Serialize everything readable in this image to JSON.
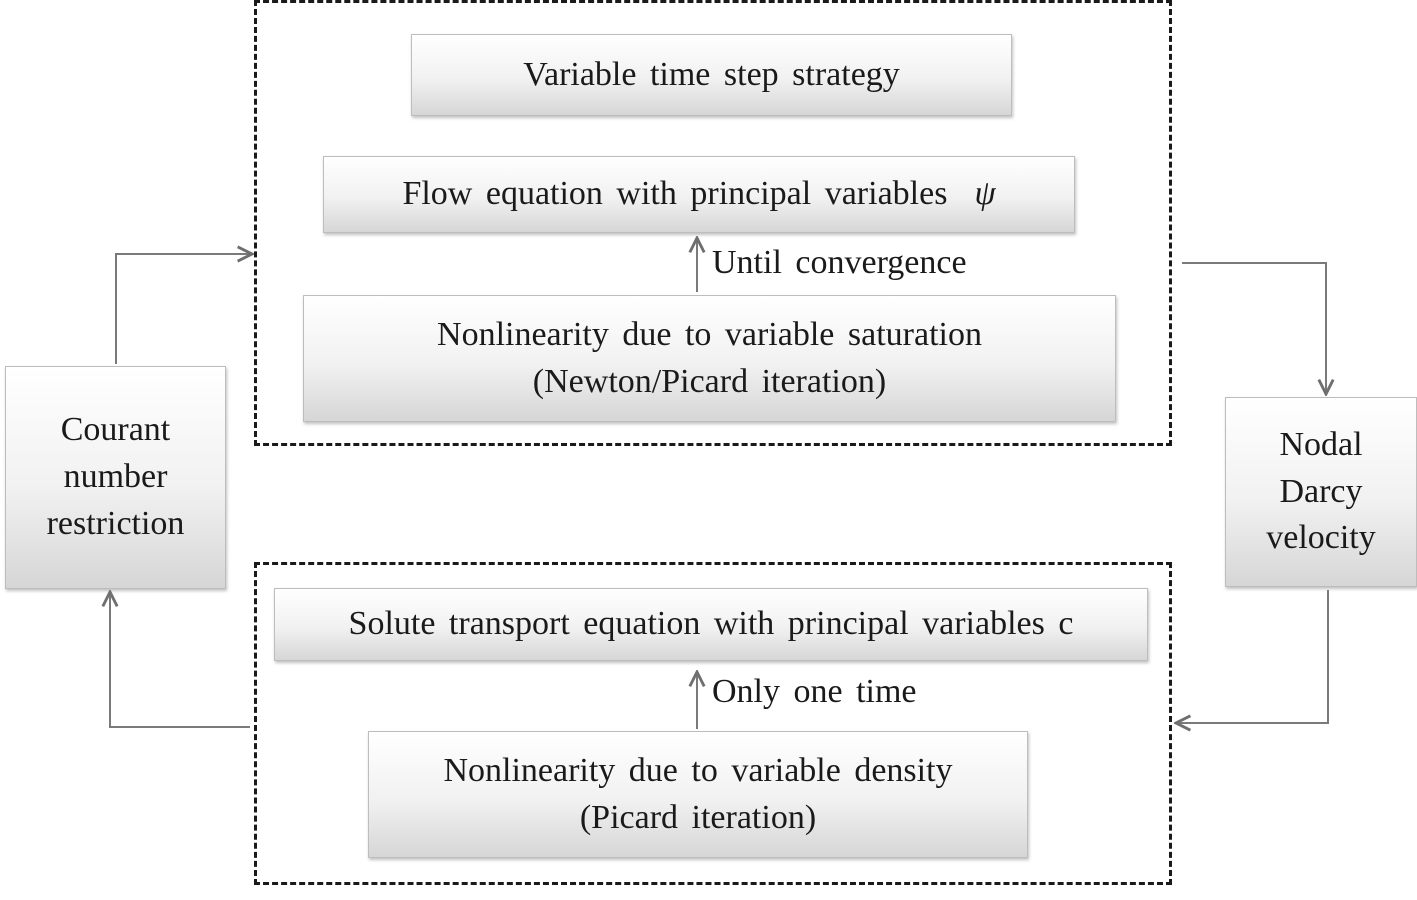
{
  "flow_group": {
    "time_step_box": "Variable  time  step strategy",
    "flow_box": "Flow equation  with  principal  variables",
    "flow_symbol": "ψ",
    "loop_label": "Until  convergence",
    "nonlinearity_box": {
      "line1": "Nonlinearity  due to variable  saturation",
      "line2": "(Newton/Picard  iteration)"
    }
  },
  "transport_group": {
    "transport_box": "Solute transport equation with principal  variables  c",
    "loop_label": "Only  one time",
    "nonlinearity_box": {
      "line1": "Nonlinearity  due to variable  density",
      "line2": "(Picard iteration)"
    }
  },
  "left_box": {
    "line1": "Courant",
    "line2": "number",
    "line3": "restriction"
  },
  "right_box": {
    "line1": "Nodal",
    "line2": "Darcy",
    "line3": "velocity"
  }
}
